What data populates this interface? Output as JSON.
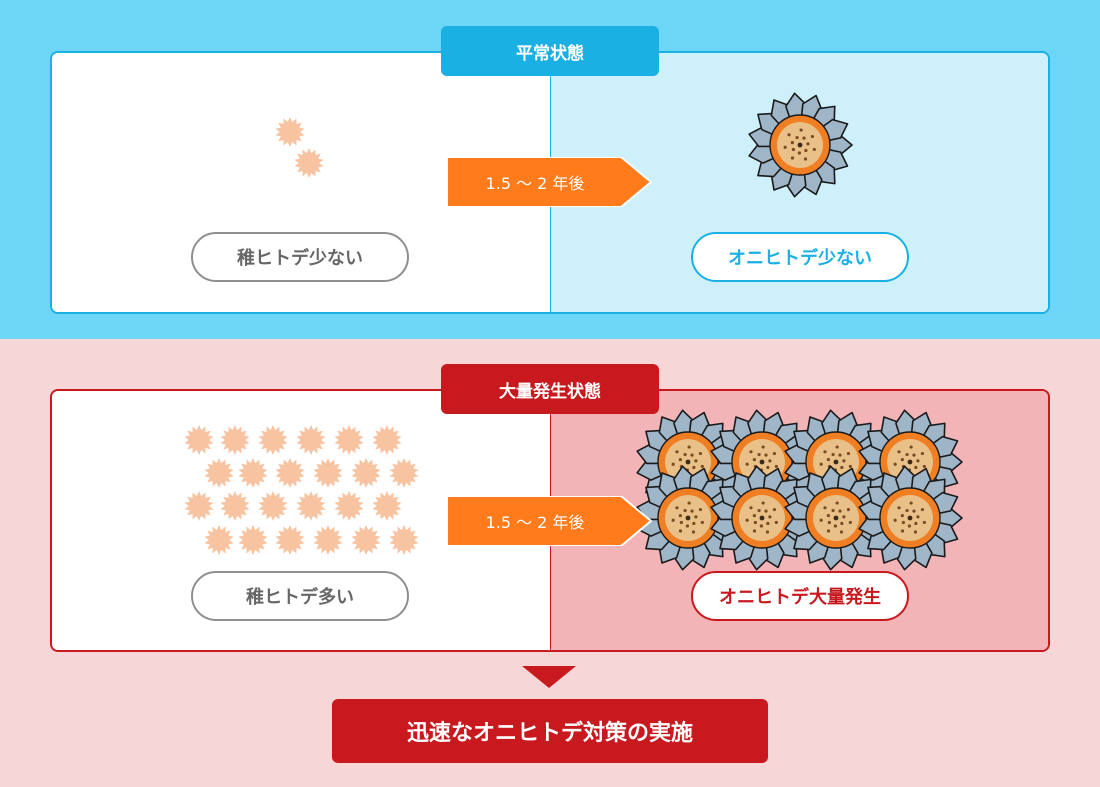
{
  "normal": {
    "tab_label": "平常状態",
    "left_label": "稚ヒトデ少ない",
    "arrow_label": "1.5 〜 2 年後",
    "right_label": "オニヒトデ少ない"
  },
  "outbreak": {
    "tab_label": "大量発生状態",
    "left_label": "稚ヒトデ多い",
    "arrow_label": "1.5 〜 2 年後",
    "right_label": "オニヒトデ大量発生"
  },
  "action_label": "迅速なオニヒトデ対策の実施",
  "colors": {
    "blue": "#1ab0e4",
    "light_blue": "#6dd5f5",
    "red": "#c8191e",
    "pink": "#f7d6d7",
    "orange_arrow": "#ff7b1c",
    "juvenile": "#f8c3a0"
  },
  "icons": {
    "juvenile": "juvenile-starfish-icon",
    "adult": "crown-of-thorns-starfish-icon"
  }
}
